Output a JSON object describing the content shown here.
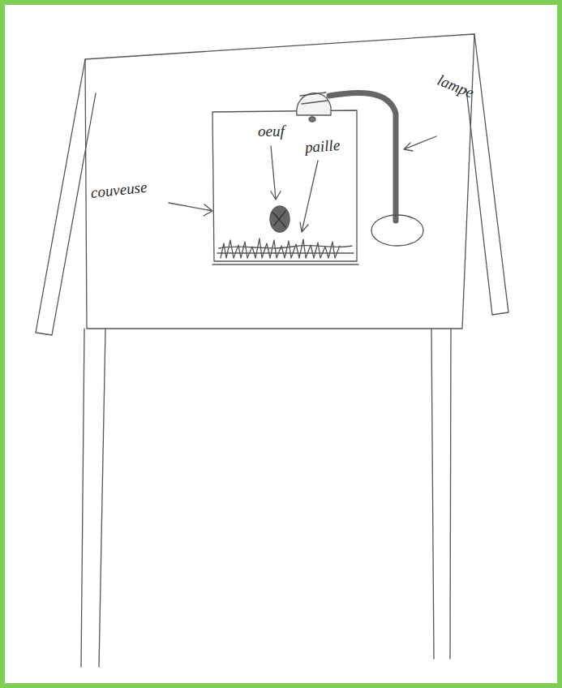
{
  "diagram": {
    "labels": [
      "couveuse",
      "oeuf",
      "paille",
      "lampe"
    ]
  }
}
